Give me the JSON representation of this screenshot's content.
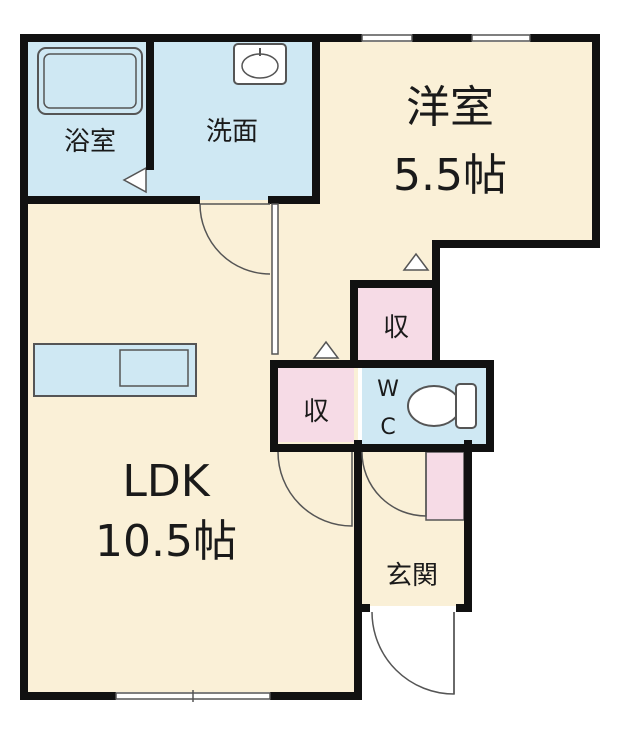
{
  "rooms": {
    "bath": {
      "label": "浴室"
    },
    "washroom": {
      "label": "洗面"
    },
    "western": {
      "name": "洋室",
      "size": "5.5帖"
    },
    "storage_upper": {
      "label": "収"
    },
    "storage_lower": {
      "label": "収"
    },
    "toilet": {
      "line1": "W",
      "line2": "C"
    },
    "entrance": {
      "label": "玄関"
    },
    "ldk": {
      "name": "LDK",
      "size": "10.5帖"
    }
  },
  "colors": {
    "wall": "#111111",
    "wet_area": "#cfe8f3",
    "living": "#faf0d7",
    "storage": "#f6dbe6",
    "fixture_fill": "#cfe8f3",
    "fixture_stroke": "#555555"
  }
}
